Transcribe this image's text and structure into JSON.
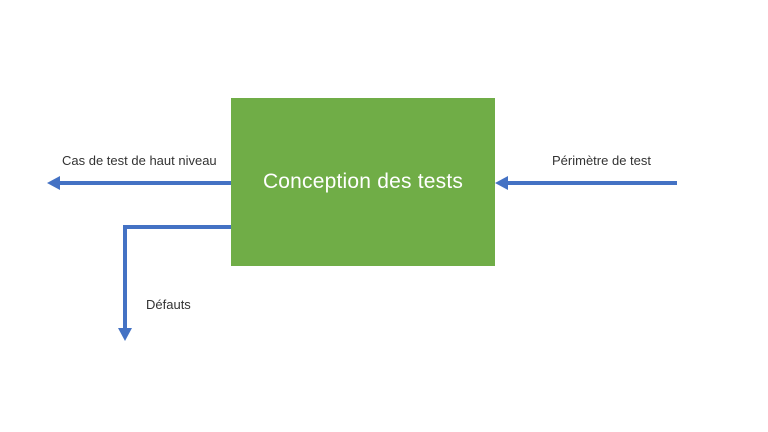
{
  "diagram": {
    "background_color": "#ffffff",
    "connector_color": "#4472C4",
    "label_text_color": "#333333",
    "process_box": {
      "label": "Conception des tests",
      "fill_color": "#70AD47",
      "text_color": "#ffffff"
    },
    "arrows": {
      "left_output": {
        "label": "Cas de test de haut niveau",
        "direction": "left"
      },
      "right_input": {
        "label": "Périmètre de test",
        "direction": "left-into-box"
      },
      "down_output": {
        "label": "Défauts",
        "direction": "down"
      }
    }
  }
}
